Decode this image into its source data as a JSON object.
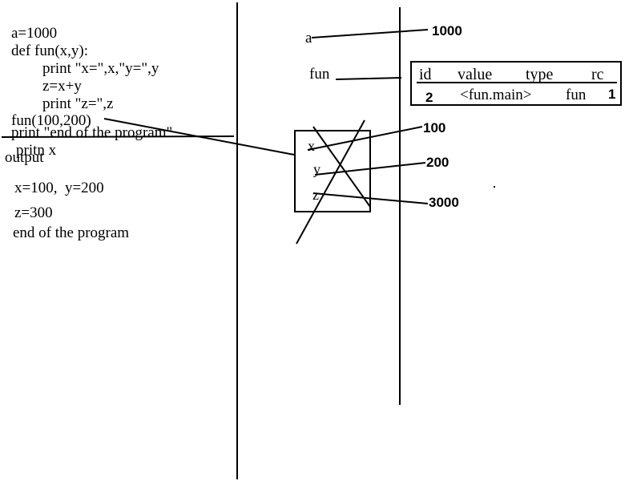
{
  "code": {
    "line1": "a=1000",
    "line2": "def fun(x,y):",
    "line3": "print \"x=\",x,\"y=\",y",
    "line4": "z=x+y",
    "line5": "print \"z=\",z",
    "line6": "fun(100,200)",
    "line7": "print \"end of the program\"",
    "line8": "pritn x"
  },
  "output": {
    "heading": "output",
    "line1": "x=100,  y=200",
    "line2": "z=300",
    "line3": "end of the program"
  },
  "global_frame": {
    "var_a": "a",
    "var_fun": "fun"
  },
  "local_frame": {
    "var_x": "x",
    "var_y": "y",
    "var_z": "z"
  },
  "heap": {
    "v1000": "1000",
    "v100": "100",
    "v200": "200",
    "v3000": "3000"
  },
  "object_table": {
    "headers": [
      "id",
      "value",
      "type",
      "rc"
    ],
    "row": [
      "2",
      "<fun.main>",
      "fun",
      "1"
    ]
  }
}
